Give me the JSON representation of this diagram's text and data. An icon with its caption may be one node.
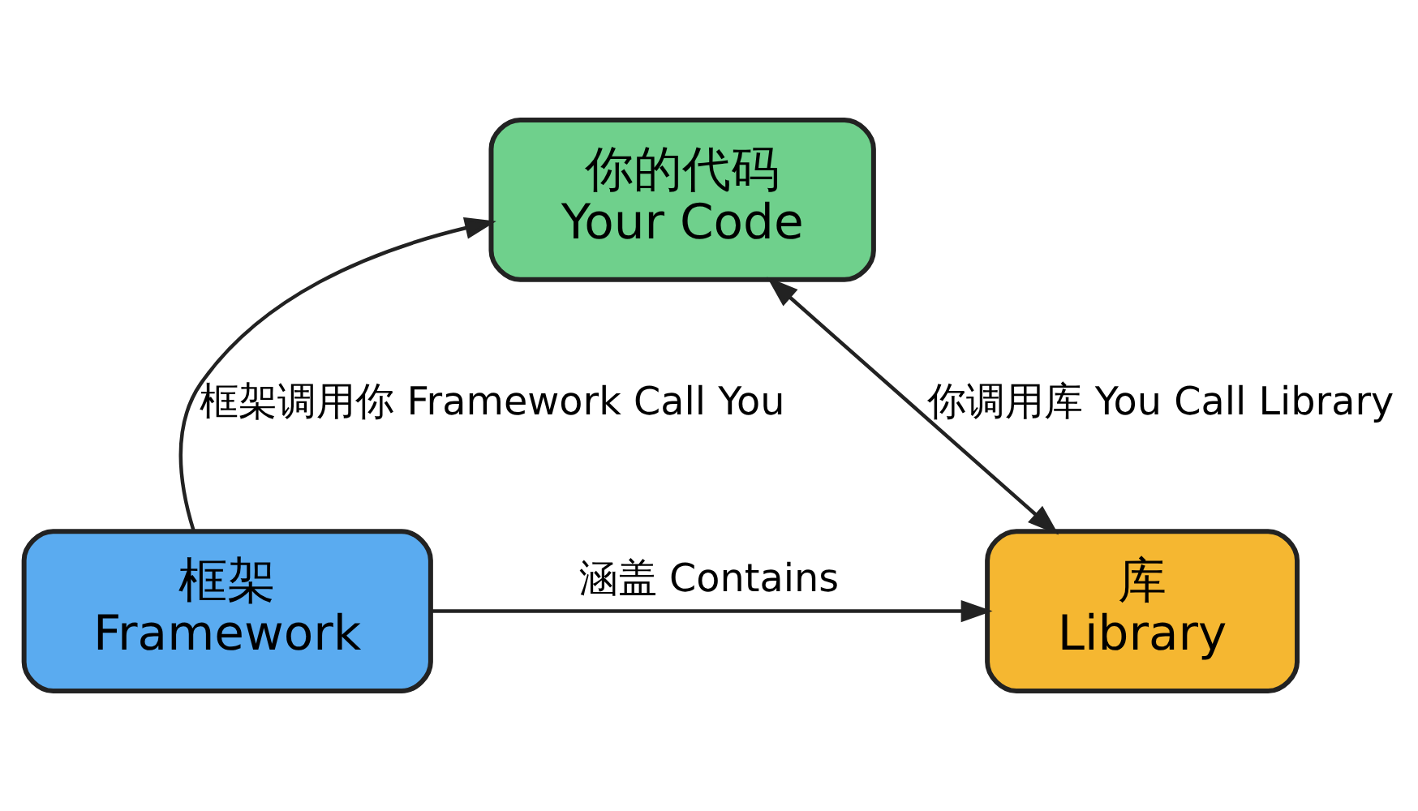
{
  "diagram": {
    "nodes": [
      {
        "text": [
          "你的代码",
          "Your Code"
        ]
      },
      {
        "text": [
          "库",
          "Library"
        ]
      },
      {
        "text": [
          "框架",
          "Framework"
        ]
      }
    ],
    "edges": [
      {
        "from": 0,
        "to": 1,
        "arrow": "both",
        "label": "你调用库 You Call Library"
      },
      {
        "from": 2,
        "to": 0,
        "arrow": "to",
        "label": "框架调用你 Framework Call You"
      },
      {
        "from": 2,
        "to": 1,
        "arrow": "to",
        "label": "涵盖 Contains"
      }
    ]
  }
}
